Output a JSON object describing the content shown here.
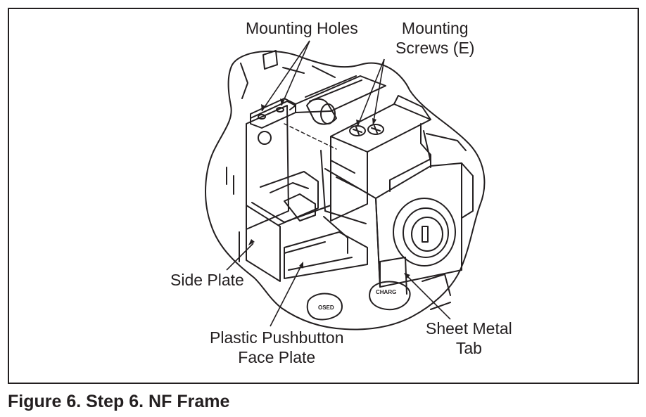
{
  "figure": {
    "caption": "Figure 6. Step 6. NF Frame",
    "colors": {
      "ink": "#231f20",
      "background": "#ffffff"
    },
    "labels": {
      "mounting_holes": "Mounting Holes",
      "mounting_screws_line1": "Mounting",
      "mounting_screws_line2": "Screws (E)",
      "side_plate": "Side Plate",
      "pushbutton_line1": "Plastic Pushbutton",
      "pushbutton_line2": "Face Plate",
      "sheet_metal_line1": "Sheet Metal",
      "sheet_metal_line2": "Tab"
    },
    "art_text": {
      "badge_left": "OSED",
      "badge_right": "CHARG"
    }
  }
}
